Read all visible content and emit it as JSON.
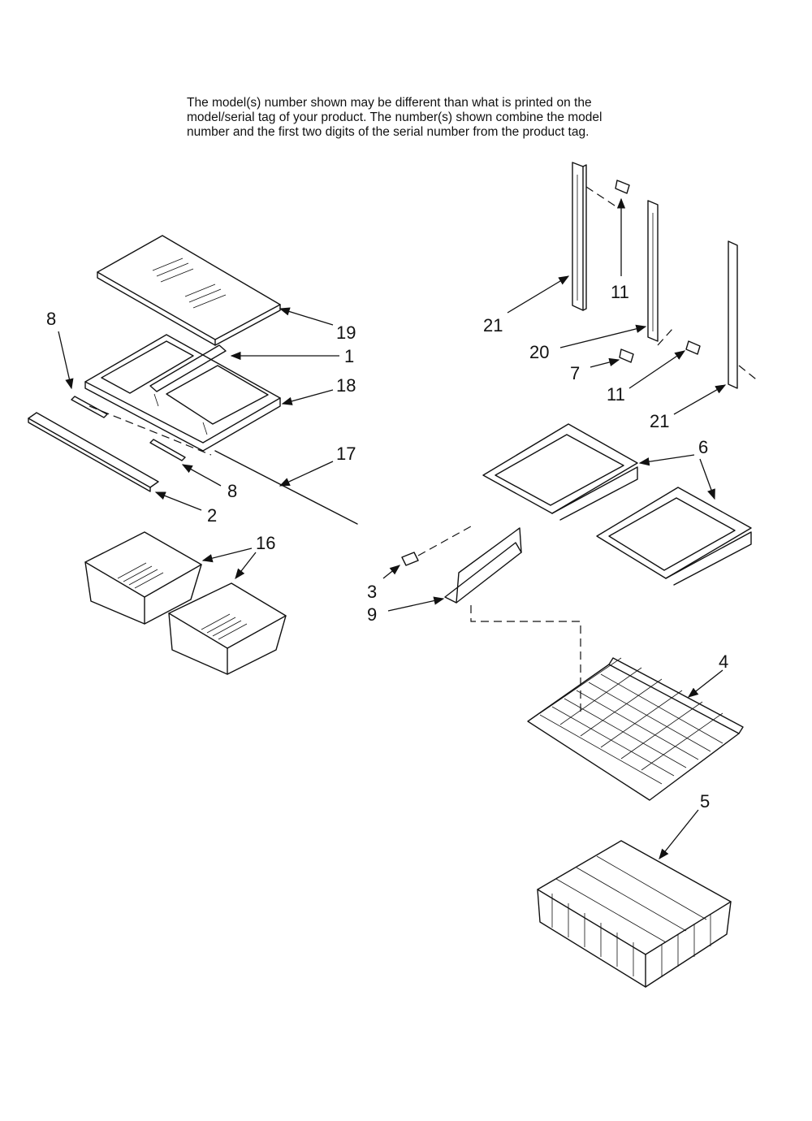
{
  "note": "The model(s) number shown may be different than what is printed on the\nmodel/serial tag of your product. The number(s) shown combine the model\nnumber and the first two digits of the serial number from the product tag.",
  "callouts": {
    "c1": "1",
    "c2": "2",
    "c3": "3",
    "c4": "4",
    "c5": "5",
    "c6": "6",
    "c7": "7",
    "c8a": "8",
    "c8b": "8",
    "c9": "9",
    "c11a": "11",
    "c11b": "11",
    "c16": "16",
    "c17": "17",
    "c18": "18",
    "c19": "19",
    "c20": "20",
    "c21a": "21",
    "c21b": "21"
  }
}
